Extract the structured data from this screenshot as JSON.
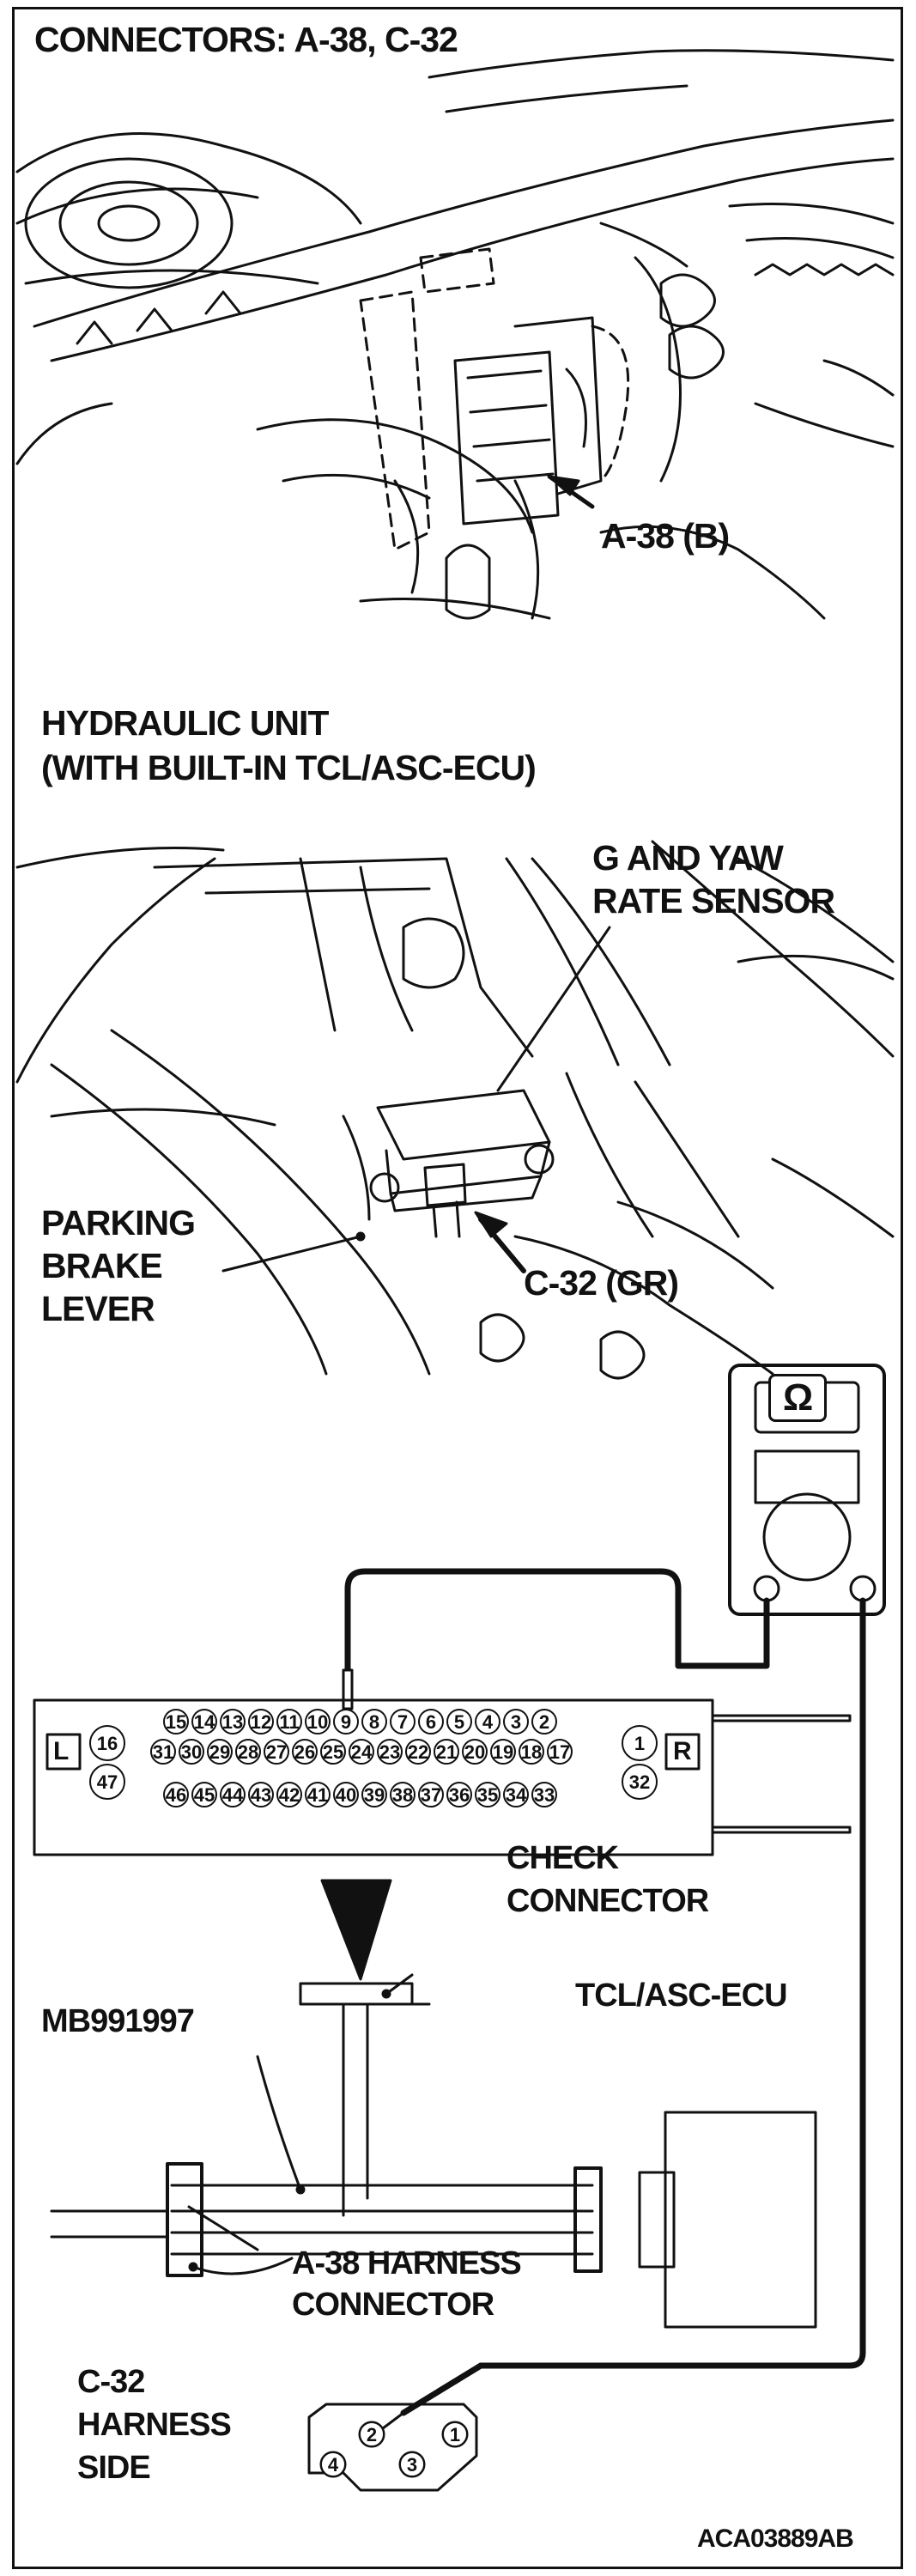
{
  "title": "CONNECTORS: A-38, C-32",
  "labels": {
    "a38": "A-38 (B)",
    "hydraulic_line1": "HYDRAULIC UNIT",
    "hydraulic_line2": "(WITH BUILT-IN TCL/ASC-ECU)",
    "g_yaw_line1": "G AND YAW",
    "g_yaw_line2": "RATE SENSOR",
    "parking_line1": "PARKING",
    "parking_line2": "BRAKE",
    "parking_line3": "LEVER",
    "c32": "C-32 (GR)",
    "check_line1": "CHECK",
    "check_line2": "CONNECTOR",
    "tool": "MB991997",
    "ecu": "TCL/ASC-ECU",
    "a38_harness_line1": "A-38 HARNESS",
    "a38_harness_line2": "CONNECTOR",
    "c32_side_line1": "C-32",
    "c32_side_line2": "HARNESS",
    "c32_side_line3": "SIDE",
    "code": "ACA03889AB"
  },
  "meter": {
    "symbol": "Ω"
  },
  "check_connector": {
    "left_side": "L",
    "right_side": "R",
    "row1_pins": [
      "15",
      "14",
      "13",
      "12",
      "11",
      "10",
      "9",
      "8",
      "7",
      "6",
      "5",
      "4",
      "3",
      "2"
    ],
    "row2_pins": [
      "31",
      "30",
      "29",
      "28",
      "27",
      "26",
      "25",
      "24",
      "23",
      "22",
      "21",
      "20",
      "19",
      "18",
      "17"
    ],
    "row3_pins": [
      "46",
      "45",
      "44",
      "43",
      "42",
      "41",
      "40",
      "39",
      "38",
      "37",
      "36",
      "35",
      "34",
      "33"
    ],
    "left_pins": [
      "16",
      "47"
    ],
    "right_pins": [
      "1",
      "32"
    ],
    "probed_pin": "9"
  },
  "c32_harness_pins": [
    "2",
    "1",
    "4",
    "3"
  ]
}
